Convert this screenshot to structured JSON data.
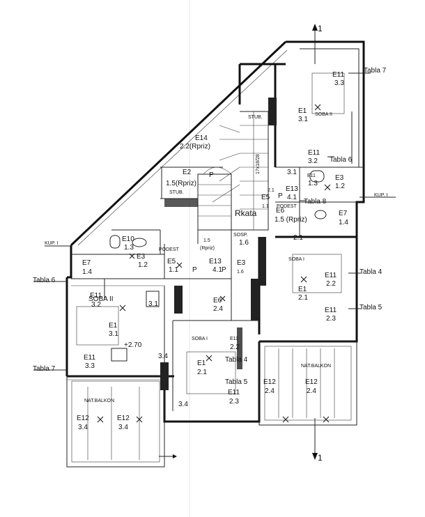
{
  "section_marks": [
    "1",
    "1"
  ],
  "rooms": {
    "soba_ii_right": "SOBA II",
    "soba_ii_left": "SOBA II",
    "soba_i_right": "SOBA I",
    "soba_i_center": "SOBA I",
    "podest_top": "PODEST",
    "podest_center": "PODEST",
    "kup_right": "KUP. I",
    "kup_left": "KUP. I",
    "stub_top": "STUB.",
    "stub_center": "STUB.",
    "nat_balkon_left": "NAT.BALKON",
    "nat_balkon_right": "NAT.BALKON",
    "rkata": "Rkata",
    "sosp": "SOSP.",
    "stair_code": "17x18/28"
  },
  "tabla": [
    {
      "id": "tabla7_top",
      "text": "Tabla 7"
    },
    {
      "id": "tabla6_top",
      "text": "Tabla 6"
    },
    {
      "id": "tabla8",
      "text": "Tabla 8"
    },
    {
      "id": "tabla4_right",
      "text": "Tabla 4"
    },
    {
      "id": "tabla5_right",
      "text": "Tabla 5"
    },
    {
      "id": "tabla6_left",
      "text": "Tabla 6"
    },
    {
      "id": "tabla7_left",
      "text": "Tabla 7"
    },
    {
      "id": "tabla4_center",
      "text": "Tabla 4"
    },
    {
      "id": "tabla5_center",
      "text": "Tabla 5"
    }
  ],
  "circuits": [
    {
      "id": "e11_33_top",
      "code": "E11",
      "num": "3.3"
    },
    {
      "id": "e1_31_top",
      "code": "E1",
      "num": "3.1"
    },
    {
      "id": "e11_32_top",
      "code": "E11",
      "num": "3.2"
    },
    {
      "id": "e14",
      "code": "E14",
      "num": "2.2(Rpriz)"
    },
    {
      "id": "e2",
      "code": "E2",
      "num": "1.5(Rpriz)"
    },
    {
      "id": "e11_13",
      "code": "E11",
      "num": "1.3"
    },
    {
      "id": "e3_12_r",
      "code": "E3",
      "num": "1.2"
    },
    {
      "id": "e13_41_r",
      "code": "E13",
      "num": "4.1"
    },
    {
      "id": "e5_11_r",
      "code": "E5",
      "num": "1.1"
    },
    {
      "id": "e6_15",
      "code": "E6",
      "num": "1.5 (Rpriz)"
    },
    {
      "id": "e7_14_r",
      "code": "E7",
      "num": "1.4"
    },
    {
      "id": "e10_13",
      "code": "E10",
      "num": "1.3"
    },
    {
      "id": "e3_12_l",
      "code": "E3",
      "num": "1.2"
    },
    {
      "id": "e5_11_c",
      "code": "E5",
      "num": "1.1"
    },
    {
      "id": "e13_41_c",
      "code": "E13",
      "num": "4.1"
    },
    {
      "id": "e3_16",
      "code": "E3",
      "num": "1.6"
    },
    {
      "id": "e7_14_l",
      "code": "E7",
      "num": "1.4"
    },
    {
      "id": "e11_32_l",
      "code": "E11",
      "num": "3.2"
    },
    {
      "id": "e1_31_l",
      "code": "E1",
      "num": "3.1"
    },
    {
      "id": "e11_33_l",
      "code": "E11",
      "num": "3.3"
    },
    {
      "id": "e6_24",
      "code": "E6",
      "num": "2.4"
    },
    {
      "id": "e11_22_c",
      "code": "E11",
      "num": "2.2"
    },
    {
      "id": "e1_21_c",
      "code": "E1",
      "num": "2.1"
    },
    {
      "id": "e11_23_c",
      "code": "E11",
      "num": "2.3"
    },
    {
      "id": "e11_22_r",
      "code": "E11",
      "num": "2.2"
    },
    {
      "id": "e1_21_r",
      "code": "E1",
      "num": "2.1"
    },
    {
      "id": "e11_23_r",
      "code": "E11",
      "num": "2.3"
    },
    {
      "id": "e12_34_a",
      "code": "E12",
      "num": "3.4"
    },
    {
      "id": "e12_34_b",
      "code": "E12",
      "num": "3.4"
    },
    {
      "id": "e12_24_a",
      "code": "E12",
      "num": "2.4"
    },
    {
      "id": "e12_24_b",
      "code": "E12",
      "num": "2.4"
    }
  ],
  "misc": {
    "sosp_val": "1.6",
    "e15_val": "1.5",
    "rpriz": "(Rpriz)",
    "v_21_a": "2.1",
    "v_21_b": "2.1",
    "v_31_a": "3.1",
    "v_31_b": "3.1",
    "v_34_a": "3.4",
    "v_34_b": "3.4",
    "level": "+2.70",
    "p1": "P",
    "p2": "P",
    "p3": "P",
    "p4": "P"
  }
}
